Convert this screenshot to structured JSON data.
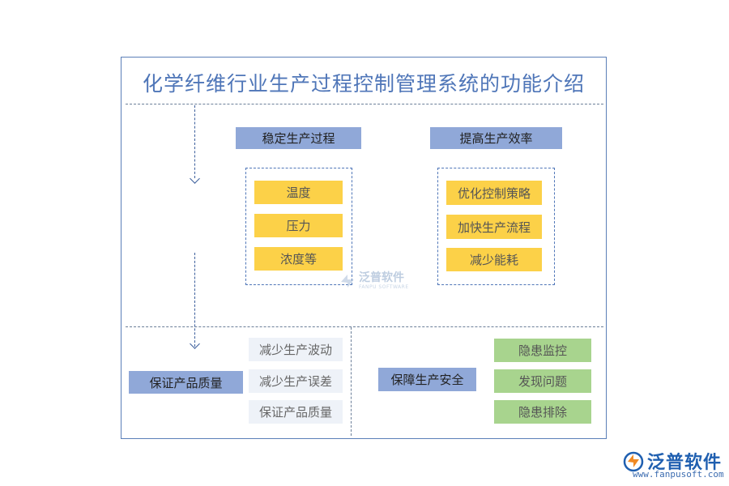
{
  "title": "化学纤维行业生产过程控制管理系统的功能介绍",
  "sections": {
    "stable": {
      "header": "稳定生产过程",
      "items": [
        "温度",
        "压力",
        "浓度等"
      ]
    },
    "efficiency": {
      "header": "提高生产效率",
      "items": [
        "优化控制策略",
        "加快生产流程",
        "减少能耗"
      ]
    },
    "quality": {
      "header": "保证产品质量",
      "items": [
        "减少生产波动",
        "减少生产误差",
        "保证产品质量"
      ]
    },
    "safety": {
      "header": "保障生产安全",
      "items": [
        "隐患监控",
        "发现问题",
        "隐患排除"
      ]
    }
  },
  "watermark": {
    "name": "泛普软件",
    "en": "FANPU SOFTWARE"
  },
  "logo": {
    "name": "泛普软件",
    "url": "www.fanpusoft.com"
  },
  "colors": {
    "header_blue": "#90a8d8",
    "yellow": "#fcd148",
    "green": "#a8d48e",
    "title_blue": "#4f76b8"
  }
}
